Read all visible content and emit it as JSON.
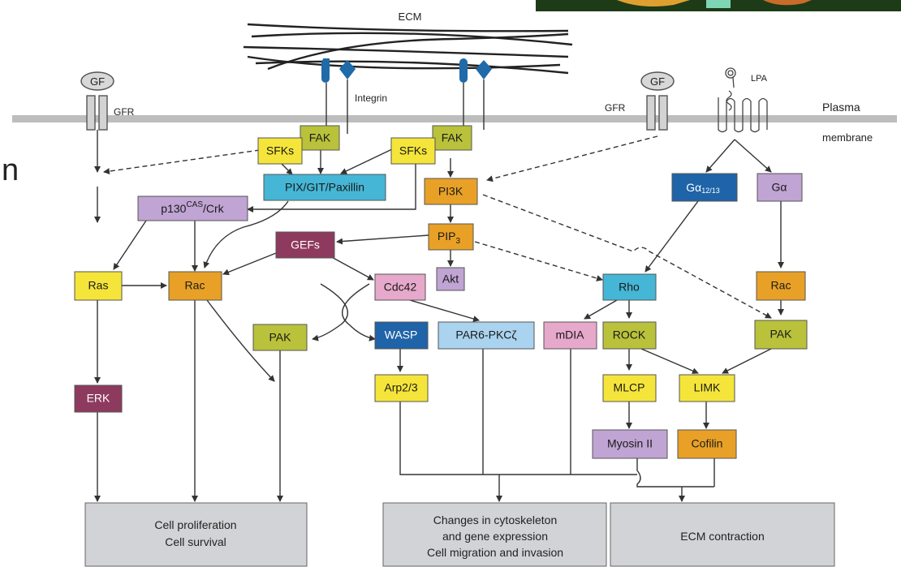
{
  "labels": {
    "ecm": "ECM",
    "integrin": "Integrin",
    "gfr_left": "GFR",
    "gfr_right": "GFR",
    "gf_left": "GF",
    "gf_right": "GF",
    "lpa": "LPA",
    "plasma": "Plasma",
    "membrane": "membrane",
    "edge_fragment": "n"
  },
  "nodes": {
    "fak1": "FAK",
    "sfks1": "SFKs",
    "fak2": "FAK",
    "sfks2": "SFKs",
    "pix": "PIX/GIT/Paxillin",
    "p130_main": "p130",
    "p130_sup": "CAS",
    "p130_tail": "/Crk",
    "pi3k": "PI3K",
    "pip_main": "PIP",
    "pip_sub": "3",
    "galpha1213_main": "Gα",
    "galpha1213_sub": "12/13",
    "galpha": "Gα",
    "gefs": "GEFs",
    "ras": "Ras",
    "rac1": "Rac",
    "cdc42": "Cdc42",
    "akt": "Akt",
    "rho": "Rho",
    "rac2": "Rac",
    "pak1": "PAK",
    "wasp": "WASP",
    "par6": "PAR6-PKCζ",
    "mdia": "mDIA",
    "rock": "ROCK",
    "pak2": "PAK",
    "erk": "ERK",
    "arp": "Arp2/3",
    "mlcp": "MLCP",
    "limk": "LIMK",
    "myosin": "Myosin II",
    "cofilin": "Cofilin"
  },
  "outcomes": {
    "left_line1": "Cell proliferation",
    "left_line2": "Cell survival",
    "mid_line1": "Changes in cytoskeleton",
    "mid_line2": "and gene expression",
    "mid_line3": "Cell migration and invasion",
    "right_line1": "ECM contraction"
  },
  "colors": {
    "yellow": "#f5e53a",
    "olive": "#b9c23a",
    "cyan": "#45b6d6",
    "orange": "#e8a126",
    "lavender": "#c0a4d3",
    "maroon": "#8e3a5e",
    "pink": "#e7a9cb",
    "navy": "#1f63a8",
    "light_blue": "#a9d3ee",
    "steel_blue": "#1f6aa8",
    "grey_box": "#d1d3d6",
    "membrane": "#bdbdbd"
  }
}
